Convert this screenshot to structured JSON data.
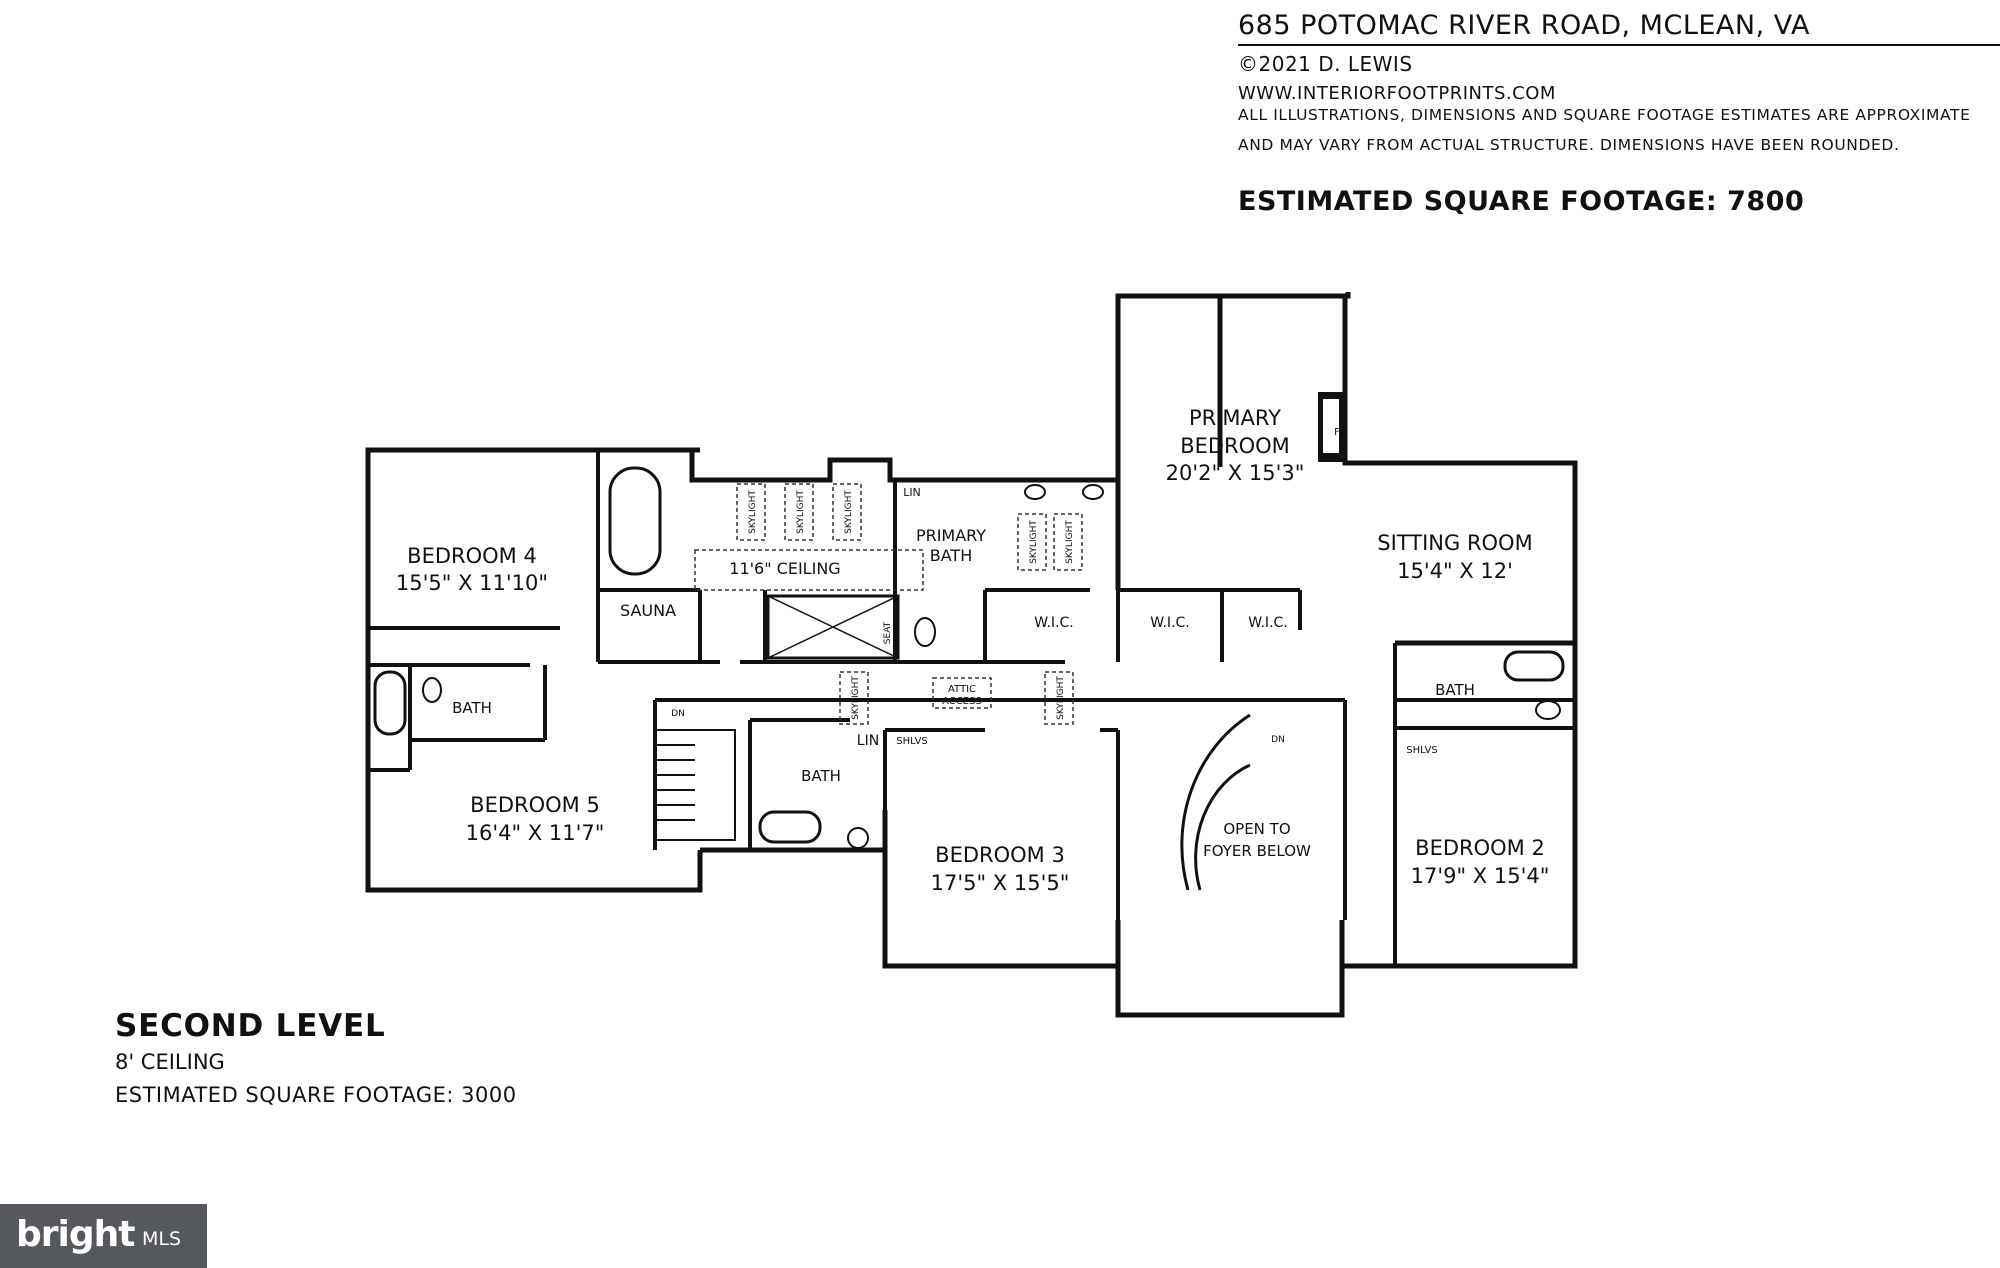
{
  "header": {
    "address": "685 POTOMAC RIVER ROAD, MCLEAN, VA",
    "copyright": "©2021 D. LEWIS",
    "website": "WWW.INTERIORFOOTPRINTS.COM",
    "disclaimer_line1": "ALL ILLUSTRATIONS, DIMENSIONS AND SQUARE FOOTAGE ESTIMATES ARE APPROXIMATE",
    "disclaimer_line2": "AND MAY VARY FROM ACTUAL STRUCTURE. DIMENSIONS HAVE BEEN ROUNDED.",
    "total_sqft": "ESTIMATED SQUARE FOOTAGE: 7800"
  },
  "level": {
    "title": "SECOND LEVEL",
    "ceiling": "8' CEILING",
    "sqft": "ESTIMATED SQUARE FOOTAGE: 3000"
  },
  "rooms": {
    "bedroom4_name": "BEDROOM 4",
    "bedroom4_dims": "15'5\" X 11'10\"",
    "bedroom5_name": "BEDROOM 5",
    "bedroom5_dims": "16'4\" X 11'7\"",
    "bedroom3_name": "BEDROOM 3",
    "bedroom3_dims": "17'5\" X 15'5\"",
    "bedroom2_name": "BEDROOM 2",
    "bedroom2_dims": "17'9\" X 15'4\"",
    "primary_line1": "PRIMARY",
    "primary_line2": "BEDROOM",
    "primary_dims": "20'2\" X 15'3\"",
    "sitting_name": "SITTING ROOM",
    "sitting_dims": "15'4\" X 12'",
    "primary_bath_line1": "PRIMARY",
    "primary_bath_line2": "BATH",
    "ceiling_note": "11'6\" CEILING",
    "sauna": "SAUNA",
    "bath": "BATH",
    "wic": "W.I.C.",
    "lin": "LIN",
    "shlvs": "SHLVS",
    "fp": "FP",
    "seat": "SEAT",
    "dn": "DN",
    "skylight": "SKYLIGHT",
    "attic_line1": "ATTIC",
    "attic_line2": "ACCESS",
    "open_line1": "OPEN TO",
    "open_line2": "FOYER BELOW"
  },
  "badge": {
    "brand": "bright",
    "suffix": "MLS"
  }
}
